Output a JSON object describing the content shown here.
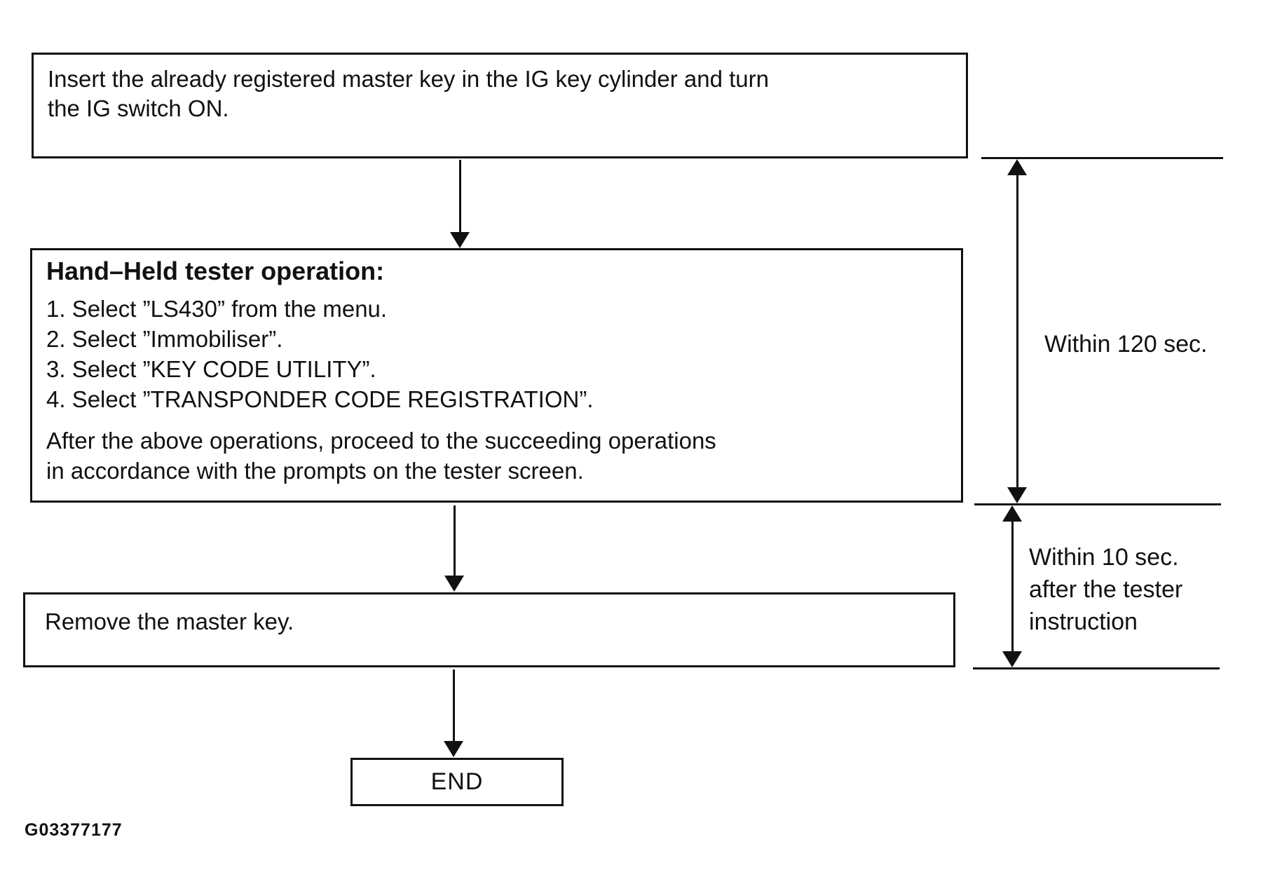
{
  "colors": {
    "ink": "#111111",
    "background": "#ffffff"
  },
  "diagram": {
    "step1_lines": [
      "Insert the already registered master key in the IG key cylinder and turn",
      "the IG switch ON."
    ],
    "tester": {
      "title": "Hand–Held tester operation:",
      "steps": [
        "1. Select ”LS430” from the menu.",
        "2. Select ”Immobiliser”.",
        "3. Select ”KEY CODE UTILITY”.",
        "4. Select ”TRANSPONDER CODE REGISTRATION”."
      ],
      "note_lines": [
        "After the above operations, proceed to the succeeding operations",
        "in accordance with the prompts on the tester screen."
      ]
    },
    "step3": "Remove the master key.",
    "end_label": "END",
    "annotations": {
      "timing1": "Within 120 sec.",
      "timing2_lines": [
        "Within 10 sec.",
        "after the tester",
        "instruction"
      ]
    },
    "figure_code": "G03377177"
  }
}
